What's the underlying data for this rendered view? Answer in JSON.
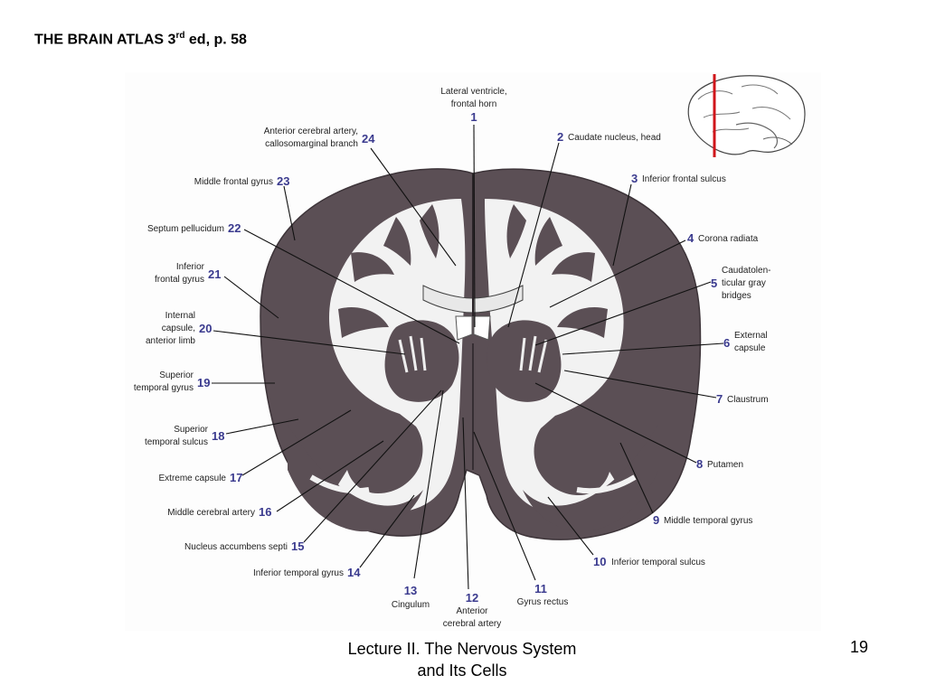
{
  "slide": {
    "title_main": "THE BRAIN ATLAS  3",
    "title_sup": "rd",
    "title_tail": " ed, p. 58",
    "footer_line1": "Lecture II. The Nervous System",
    "footer_line2": "and Its Cells",
    "page_number": "19"
  },
  "labels": [
    {
      "num": "1",
      "lines": [
        "Lateral ventricle,",
        "frontal horn"
      ]
    },
    {
      "num": "2",
      "lines": [
        "Caudate nucleus, head"
      ]
    },
    {
      "num": "3",
      "lines": [
        "Inferior frontal sulcus"
      ]
    },
    {
      "num": "4",
      "lines": [
        "Corona radiata"
      ]
    },
    {
      "num": "5",
      "lines": [
        "Caudatolen-",
        "ticular gray",
        "bridges"
      ]
    },
    {
      "num": "6",
      "lines": [
        "External",
        "capsule"
      ]
    },
    {
      "num": "7",
      "lines": [
        "Claustrum"
      ]
    },
    {
      "num": "8",
      "lines": [
        "Putamen"
      ]
    },
    {
      "num": "9",
      "lines": [
        "Middle temporal gyrus"
      ]
    },
    {
      "num": "10",
      "lines": [
        "Inferior temporal sulcus"
      ]
    },
    {
      "num": "11",
      "lines": [
        "Gyrus rectus"
      ]
    },
    {
      "num": "12",
      "lines": [
        "Anterior",
        "cerebral artery"
      ]
    },
    {
      "num": "13",
      "lines": [
        "Cingulum"
      ]
    },
    {
      "num": "14",
      "lines": [
        "Inferior temporal gyrus"
      ]
    },
    {
      "num": "15",
      "lines": [
        "Nucleus accumbens septi"
      ]
    },
    {
      "num": "16",
      "lines": [
        "Middle cerebral artery"
      ]
    },
    {
      "num": "17",
      "lines": [
        "Extreme capsule"
      ]
    },
    {
      "num": "18",
      "lines": [
        "Superior",
        "temporal sulcus"
      ]
    },
    {
      "num": "19",
      "lines": [
        "Superior",
        "temporal gyrus"
      ]
    },
    {
      "num": "20",
      "lines": [
        "Internal",
        "capsule,",
        "anterior limb"
      ]
    },
    {
      "num": "21",
      "lines": [
        "Inferior",
        "frontal gyrus"
      ]
    },
    {
      "num": "22",
      "lines": [
        "Septum pellucidum"
      ]
    },
    {
      "num": "23",
      "lines": [
        "Middle frontal gyrus"
      ]
    },
    {
      "num": "24",
      "lines": [
        "Anterior cerebral artery,",
        "callosomarginal branch"
      ]
    }
  ],
  "colors": {
    "gray_matter": "#5b4f55",
    "white_matter": "#f2f2f2",
    "label_number": "#3a3a8e",
    "locator_line": "#d0151a"
  }
}
